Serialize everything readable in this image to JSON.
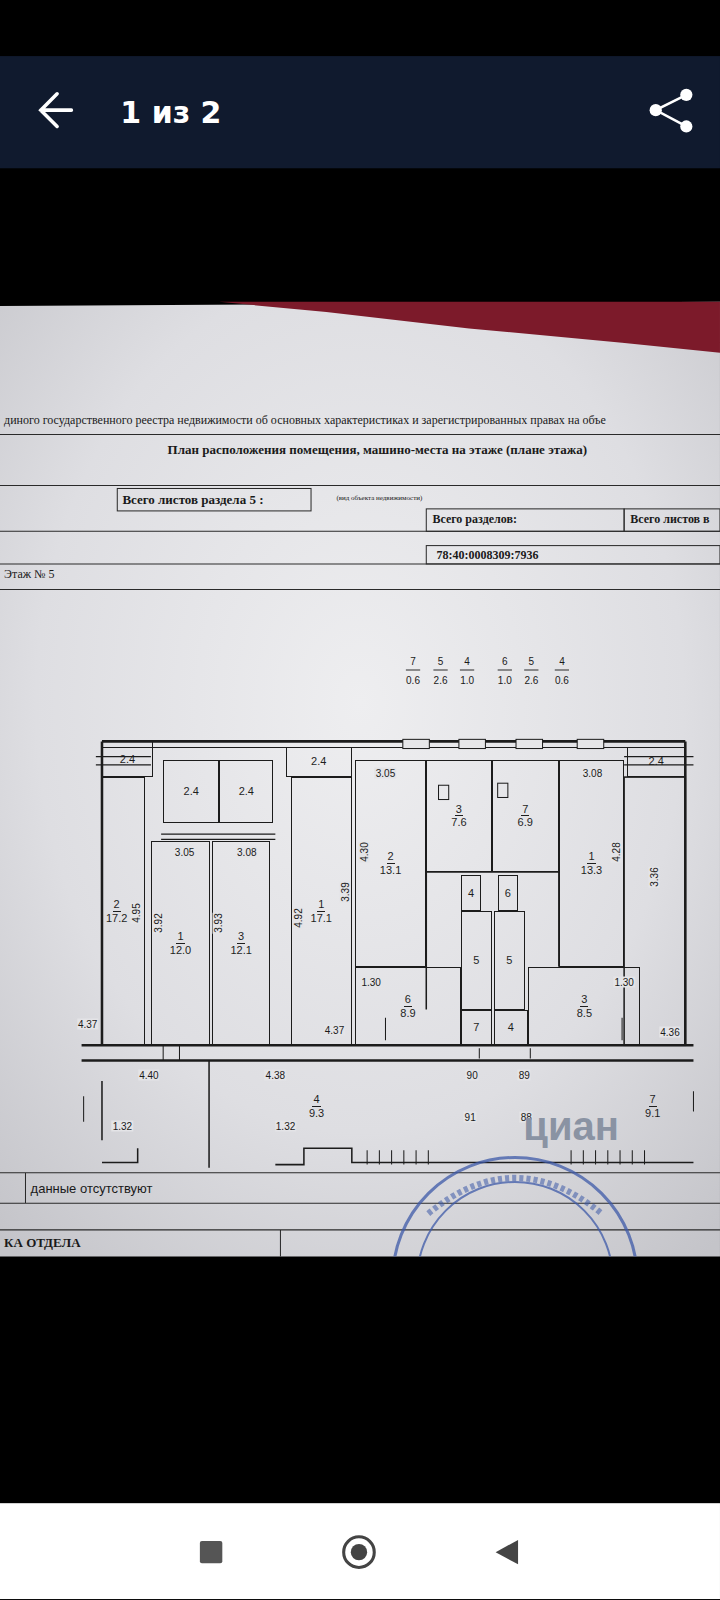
{
  "diagram": {
    "title": "План расположения помещения, машино-места на этаже (плане этажа)",
    "nodes": [
      {
        "text": [
          "2.4"
        ]
      },
      {
        "text": [
          "2.4"
        ]
      },
      {
        "text": [
          "2.4"
        ]
      },
      {
        "text": [
          "2.4"
        ]
      },
      {
        "text": [
          "2.4"
        ]
      },
      {
        "text": [
          "2",
          "17.2"
        ]
      },
      {
        "text": [
          "1",
          "12.0"
        ]
      },
      {
        "text": [
          "3",
          "12.1"
        ]
      },
      {
        "text": [
          "1",
          "17.1"
        ]
      },
      {
        "text": [
          "2",
          "13.1"
        ]
      },
      {
        "text": [
          "3",
          "7.6"
        ]
      },
      {
        "text": [
          "7",
          "6.9"
        ]
      },
      {
        "text": [
          "1",
          "13.3"
        ]
      },
      {
        "text": [
          "4"
        ]
      },
      {
        "text": [
          "6"
        ]
      },
      {
        "text": [
          "5"
        ]
      },
      {
        "text": [
          "5"
        ]
      },
      {
        "text": [
          "6",
          "8.9"
        ]
      },
      {
        "text": [
          "7"
        ]
      },
      {
        "text": [
          "4"
        ]
      },
      {
        "text": [
          "3",
          "8.5"
        ]
      },
      {
        "text": [
          "4",
          "9.3"
        ]
      },
      {
        "text": [
          "7",
          "9.1"
        ]
      }
    ],
    "labels": [
      "1 из 2",
      "диного государственного реестра недвижимости об основных характеристиках и зарегистрированных правах на объе",
      "(вид объекта недвижимости)",
      "Всего листов раздела 5 :",
      "Всего разделов:",
      "Всего листов в",
      "78:40:0008309:7936",
      "Этаж № 5",
      "7",
      "0.6",
      "5",
      "2.6",
      "4",
      "1.0",
      "6",
      "1.0",
      "5",
      "2.6",
      "4",
      "0.6",
      "3.05",
      "3.08",
      "3.05",
      "3.08",
      "4.95",
      "3.92",
      "3.93",
      "4.92",
      "3.39",
      "4.30",
      "4.28",
      "3.36",
      "1.30",
      "1.30",
      "4.37",
      "4.37",
      "4.36",
      "4.40",
      "4.38",
      "1.32",
      "1.32",
      "90",
      "91",
      "89",
      "88",
      "данные отсутствуют",
      "КА ОТДЕЛА",
      "циан"
    ]
  }
}
